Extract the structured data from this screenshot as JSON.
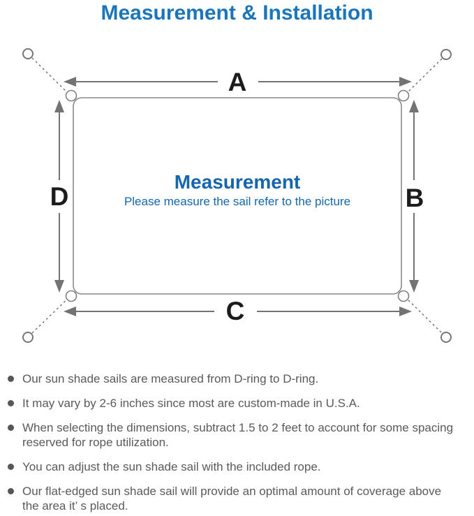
{
  "title": "Measurement & Installation",
  "diagram": {
    "label_a": "A",
    "label_b": "B",
    "label_c": "C",
    "label_d": "D",
    "center_title": "Measurement",
    "center_subtitle": "Please measure the sail refer to the picture"
  },
  "notes": [
    {
      "lines": [
        "Our sun shade sails are measured from D-ring to D-ring."
      ]
    },
    {
      "lines": [
        "It may vary by 2-6 inches since most are custom-made in U.S.A."
      ]
    },
    {
      "lines": [
        "When selecting the dimensions, subtract 1.5 to 2 feet to account for some spacing",
        "reserved for rope utilization."
      ]
    },
    {
      "lines": [
        "You can adjust the sun shade sail with the included rope."
      ]
    },
    {
      "lines": [
        "Our flat-edged sun shade sail will provide an optimal amount of coverage above",
        "the area it’ s placed."
      ]
    }
  ],
  "colors": {
    "title_blue": "#1b75bb",
    "center_blue": "#1566ae",
    "note_gray": "#5a5a5a",
    "line_gray": "#7a7a7a",
    "letter_black": "#1c1c1c"
  }
}
